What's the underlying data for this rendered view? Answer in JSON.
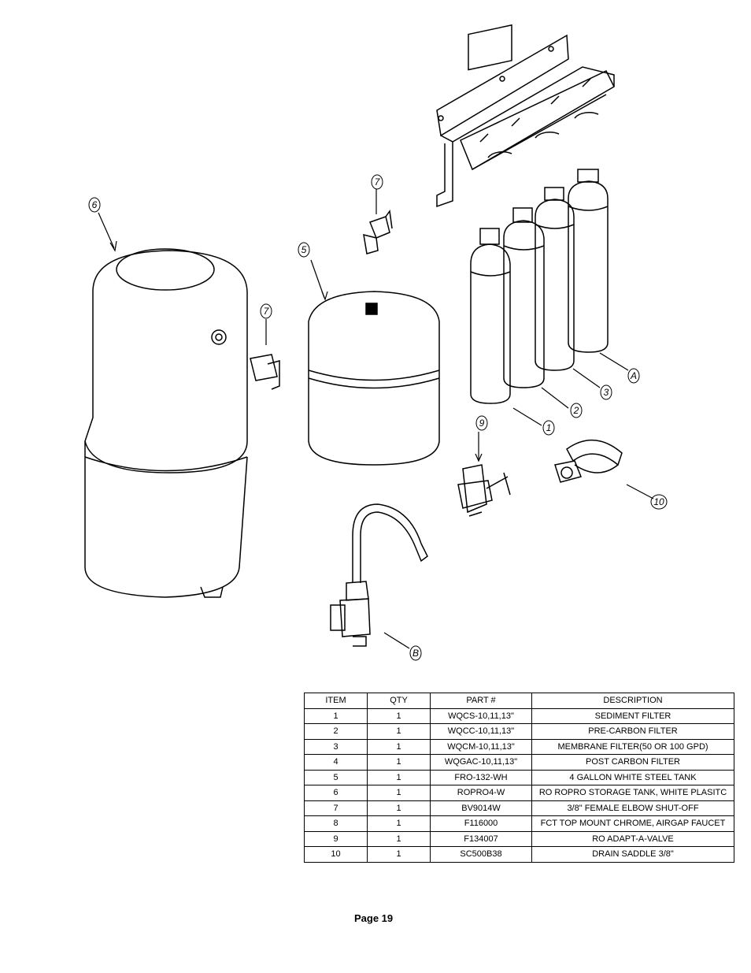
{
  "diagram": {
    "callouts": [
      "1",
      "2",
      "3",
      "A",
      "5",
      "6",
      "7",
      "7",
      "9",
      "10",
      "B"
    ]
  },
  "table": {
    "headers": [
      "ITEM",
      "QTY",
      "PART #",
      "DESCRIPTION"
    ],
    "rows": [
      [
        "1",
        "1",
        "WQCS-10,11,13\"",
        "SEDIMENT FILTER"
      ],
      [
        "2",
        "1",
        "WQCC-10,11,13\"",
        "PRE-CARBON FILTER"
      ],
      [
        "3",
        "1",
        "WQCM-10,11,13\"",
        "MEMBRANE FILTER(50 OR 100 GPD)"
      ],
      [
        "4",
        "1",
        "WQGAC-10,11,13\"",
        "POST CARBON FILTER"
      ],
      [
        "5",
        "1",
        "FRO-132-WH",
        "4 GALLON WHITE STEEL TANK"
      ],
      [
        "6",
        "1",
        "ROPRO4-W",
        "RO ROPRO STORAGE TANK, WHITE PLASITC"
      ],
      [
        "7",
        "1",
        "BV9014W",
        "3/8\" FEMALE ELBOW SHUT-OFF"
      ],
      [
        "8",
        "1",
        "F116000",
        "FCT TOP MOUNT CHROME, AIRGAP FAUCET"
      ],
      [
        "9",
        "1",
        "F134007",
        "RO ADAPT-A-VALVE"
      ],
      [
        "10",
        "1",
        "SC500B38",
        "DRAIN SADDLE 3/8\""
      ]
    ]
  },
  "footer": {
    "page": "Page 19"
  }
}
